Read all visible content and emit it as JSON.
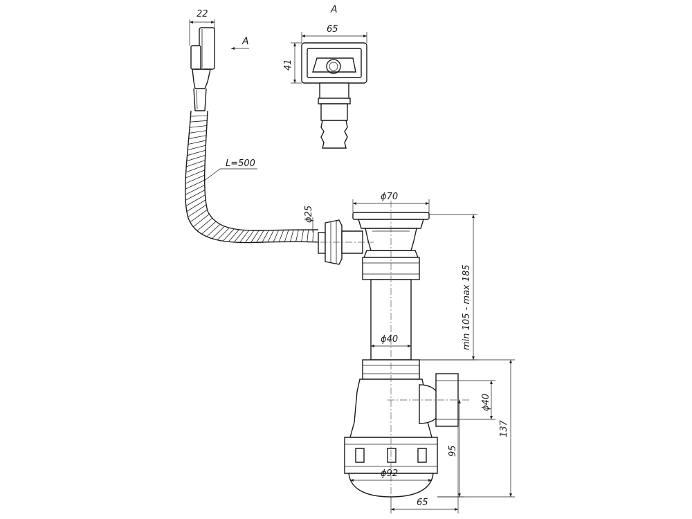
{
  "view_label": "A",
  "arrow_label": "A",
  "dimensions": {
    "overflow_width": "22",
    "view_width": "65",
    "view_height": "41",
    "hose_length": "L=500",
    "hose_diameter": "ϕ25",
    "strainer_diameter": "ϕ70",
    "height_range": "min 105 - max 185",
    "pipe_diameter": "ϕ40",
    "outlet_diameter": "ϕ40",
    "trap_height": "95",
    "total_height": "137",
    "bottle_diameter": "ϕ92",
    "outlet_offset": "65"
  }
}
